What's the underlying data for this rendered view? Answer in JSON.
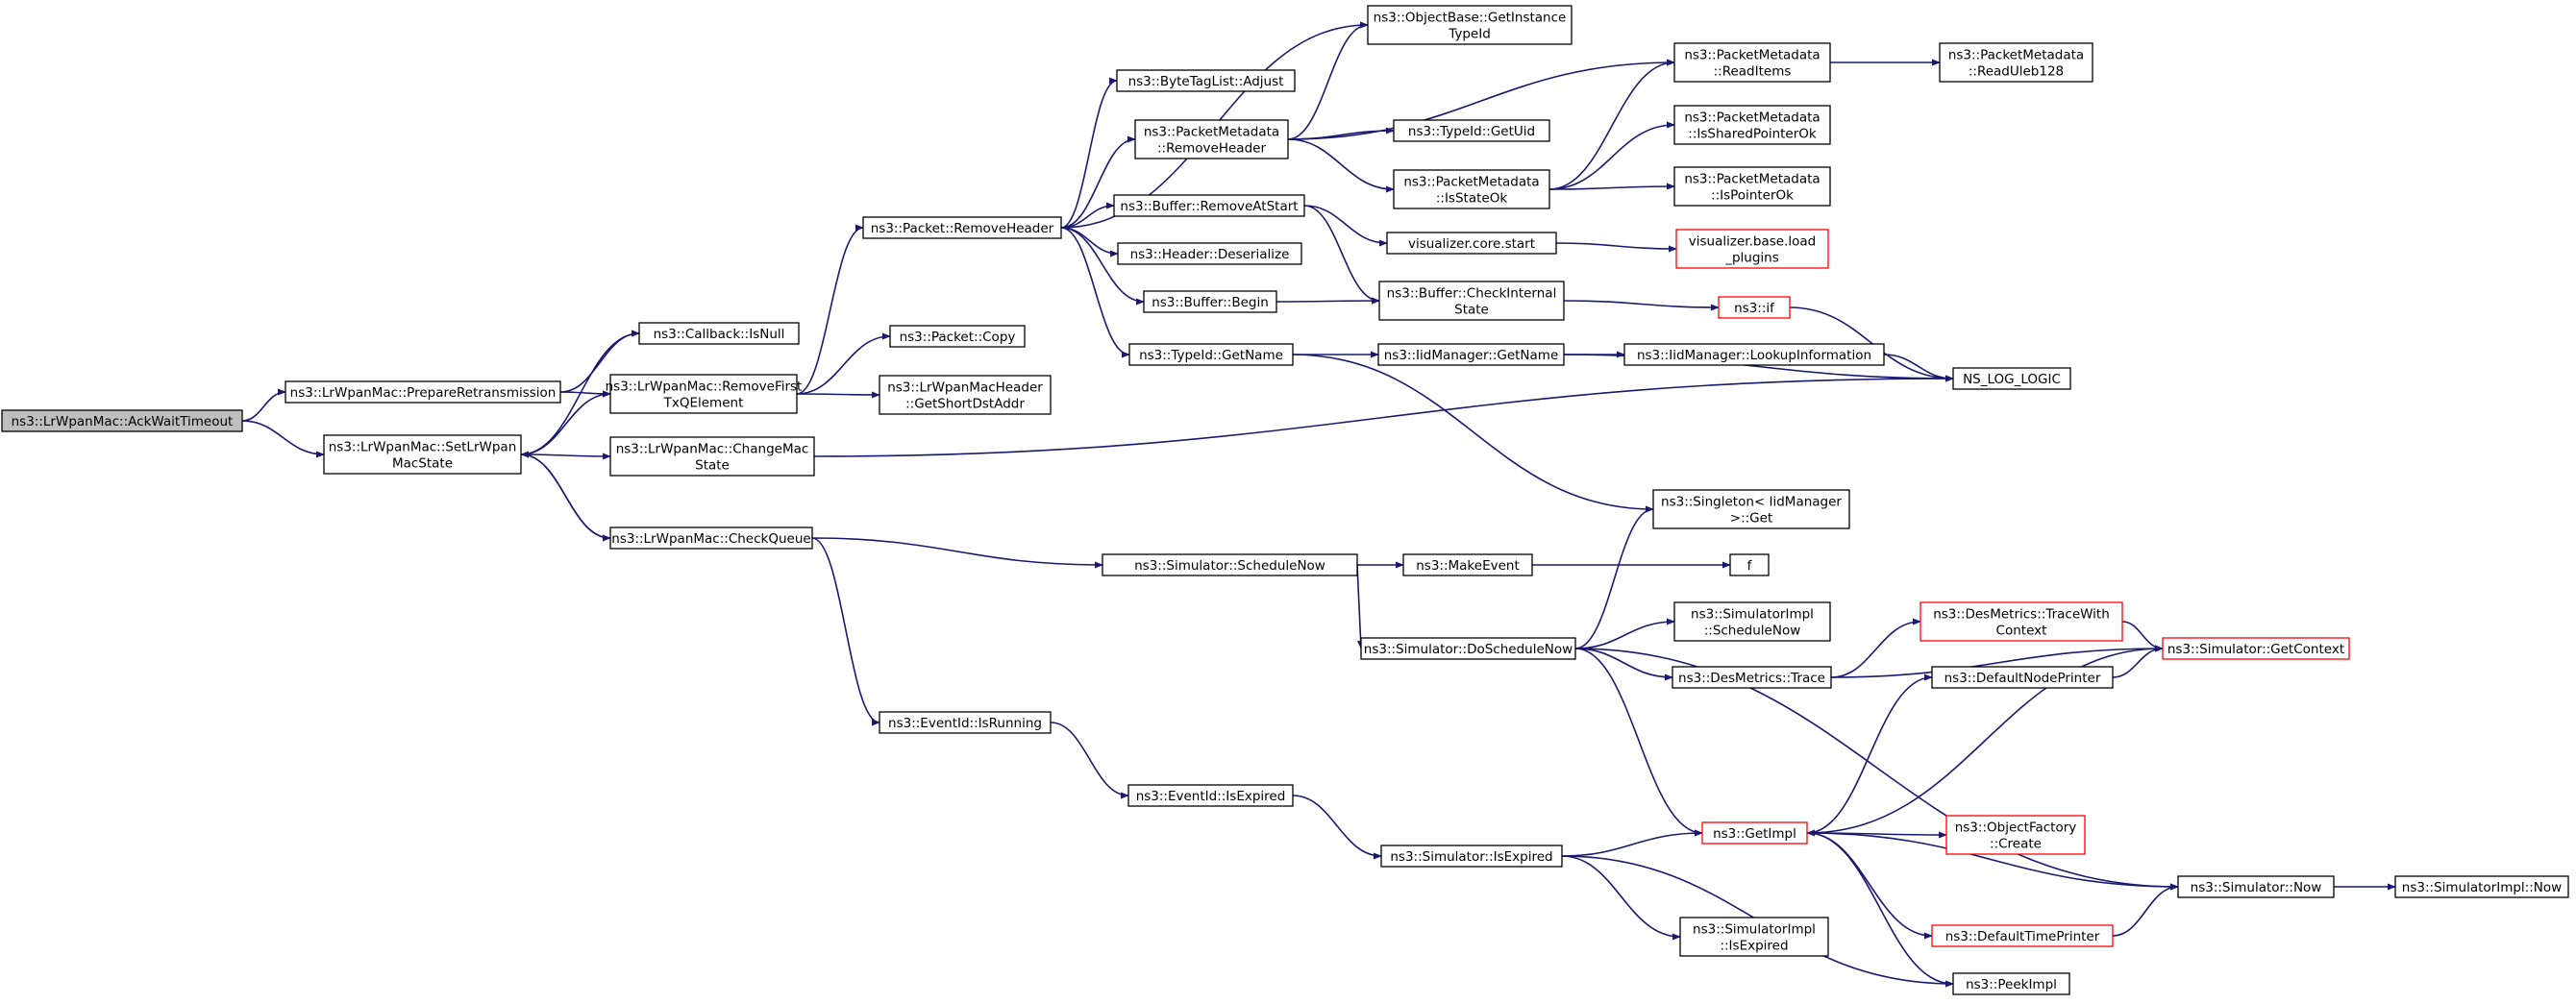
{
  "colors": {
    "edge": "#191970",
    "node_border": "#000000",
    "highlight_fill": "#bfbfbf",
    "truncated_border": "#ff0000"
  },
  "nodes": [
    {
      "id": "ackwait",
      "lines": [
        "ns3::LrWpanMac::AckWaitTimeout"
      ],
      "style": "current"
    },
    {
      "id": "prepare",
      "lines": [
        "ns3::LrWpanMac::PrepareRetransmission"
      ]
    },
    {
      "id": "setstate",
      "lines": [
        "ns3::LrWpanMac::SetLrWpan",
        "MacState"
      ]
    },
    {
      "id": "isnull",
      "lines": [
        "ns3::Callback::IsNull"
      ]
    },
    {
      "id": "removefirst",
      "lines": [
        "ns3::LrWpanMac::RemoveFirst",
        "TxQElement"
      ]
    },
    {
      "id": "changemac",
      "lines": [
        "ns3::LrWpanMac::ChangeMac",
        "State"
      ]
    },
    {
      "id": "checkqueue",
      "lines": [
        "ns3::LrWpanMac::CheckQueue"
      ]
    },
    {
      "id": "removeheader",
      "lines": [
        "ns3::Packet::RemoveHeader"
      ]
    },
    {
      "id": "pcopy",
      "lines": [
        "ns3::Packet::Copy"
      ]
    },
    {
      "id": "getshort",
      "lines": [
        "ns3::LrWpanMacHeader",
        "::GetShortDstAddr"
      ]
    },
    {
      "id": "schednow",
      "lines": [
        "ns3::Simulator::ScheduleNow"
      ]
    },
    {
      "id": "isrunning",
      "lines": [
        "ns3::EventId::IsRunning"
      ]
    },
    {
      "id": "objbase",
      "lines": [
        "ns3::ObjectBase::GetInstance",
        "TypeId"
      ]
    },
    {
      "id": "bytetag",
      "lines": [
        "ns3::ByteTagList::Adjust"
      ]
    },
    {
      "id": "pmremove",
      "lines": [
        "ns3::PacketMetadata",
        "::RemoveHeader"
      ]
    },
    {
      "id": "bufremove",
      "lines": [
        "ns3::Buffer::RemoveAtStart"
      ]
    },
    {
      "id": "hdrdeser",
      "lines": [
        "ns3::Header::Deserialize"
      ]
    },
    {
      "id": "bufbegin",
      "lines": [
        "ns3::Buffer::Begin"
      ]
    },
    {
      "id": "tidgetname",
      "lines": [
        "ns3::TypeId::GetName"
      ]
    },
    {
      "id": "makeevent",
      "lines": [
        "ns3::MakeEvent"
      ]
    },
    {
      "id": "dosched",
      "lines": [
        "ns3::Simulator::DoScheduleNow"
      ]
    },
    {
      "id": "isexpired",
      "lines": [
        "ns3::EventId::IsExpired"
      ]
    },
    {
      "id": "simisexp",
      "lines": [
        "ns3::Simulator::IsExpired"
      ]
    },
    {
      "id": "getuid",
      "lines": [
        "ns3::TypeId::GetUid"
      ]
    },
    {
      "id": "pmstate",
      "lines": [
        "ns3::PacketMetadata",
        "::IsStateOk"
      ]
    },
    {
      "id": "vstart",
      "lines": [
        "visualizer.core.start"
      ]
    },
    {
      "id": "bufcheck",
      "lines": [
        "ns3::Buffer::CheckInternal",
        "State"
      ]
    },
    {
      "id": "iidgetname",
      "lines": [
        "ns3::IidManager::GetName"
      ]
    },
    {
      "id": "pmread",
      "lines": [
        "ns3::PacketMetadata",
        "::ReadItems"
      ]
    },
    {
      "id": "pmshared",
      "lines": [
        "ns3::PacketMetadata",
        "::IsSharedPointerOk"
      ]
    },
    {
      "id": "pmptr",
      "lines": [
        "ns3::PacketMetadata",
        "::IsPointerOk"
      ]
    },
    {
      "id": "vload",
      "lines": [
        "visualizer.base.load",
        "_plugins"
      ],
      "style": "truncated"
    },
    {
      "id": "nsif",
      "lines": [
        "ns3::if"
      ],
      "style": "truncated"
    },
    {
      "id": "lookup",
      "lines": [
        "ns3::IidManager::LookupInformation"
      ]
    },
    {
      "id": "singleton",
      "lines": [
        "ns3::Singleton< IidManager",
        ">::Get"
      ]
    },
    {
      "id": "f",
      "lines": [
        "f"
      ]
    },
    {
      "id": "simimplsched",
      "lines": [
        "ns3::SimulatorImpl",
        "::ScheduleNow"
      ]
    },
    {
      "id": "dmtrace",
      "lines": [
        "ns3::DesMetrics::Trace"
      ]
    },
    {
      "id": "dmtracectx",
      "lines": [
        "ns3::DesMetrics::TraceWith",
        "Context"
      ],
      "style": "truncated"
    },
    {
      "id": "defnode",
      "lines": [
        "ns3::DefaultNodePrinter"
      ]
    },
    {
      "id": "getimpl",
      "lines": [
        "ns3::GetImpl"
      ],
      "style": "truncated"
    },
    {
      "id": "objfact",
      "lines": [
        "ns3::ObjectFactory",
        "::Create"
      ],
      "style": "truncated"
    },
    {
      "id": "deftime",
      "lines": [
        "ns3::DefaultTimePrinter"
      ],
      "style": "truncated"
    },
    {
      "id": "simimplexp",
      "lines": [
        "ns3::SimulatorImpl",
        "::IsExpired"
      ]
    },
    {
      "id": "peekimpl",
      "lines": [
        "ns3::PeekImpl"
      ]
    },
    {
      "id": "pmread128",
      "lines": [
        "ns3::PacketMetadata",
        "::ReadUleb128"
      ]
    },
    {
      "id": "nslog",
      "lines": [
        "NS_LOG_LOGIC"
      ]
    },
    {
      "id": "getctx",
      "lines": [
        "ns3::Simulator::GetContext"
      ],
      "style": "truncated"
    },
    {
      "id": "simnow",
      "lines": [
        "ns3::Simulator::Now"
      ]
    },
    {
      "id": "simimplnow",
      "lines": [
        "ns3::SimulatorImpl::Now"
      ]
    }
  ],
  "edges": [
    [
      "ackwait",
      "prepare"
    ],
    [
      "ackwait",
      "setstate"
    ],
    [
      "prepare",
      "isnull"
    ],
    [
      "prepare",
      "removefirst"
    ],
    [
      "setstate",
      "isnull"
    ],
    [
      "setstate",
      "removefirst"
    ],
    [
      "setstate",
      "changemac"
    ],
    [
      "setstate",
      "checkqueue"
    ],
    [
      "checkqueue",
      "setstate"
    ],
    [
      "checkqueue",
      "schednow"
    ],
    [
      "checkqueue",
      "isrunning"
    ],
    [
      "removefirst",
      "removeheader"
    ],
    [
      "removefirst",
      "pcopy"
    ],
    [
      "removefirst",
      "getshort"
    ],
    [
      "changemac",
      "nslog"
    ],
    [
      "removeheader",
      "objbase"
    ],
    [
      "removeheader",
      "bytetag"
    ],
    [
      "removeheader",
      "pmremove"
    ],
    [
      "removeheader",
      "bufremove"
    ],
    [
      "removeheader",
      "hdrdeser"
    ],
    [
      "removeheader",
      "bufbegin"
    ],
    [
      "removeheader",
      "tidgetname"
    ],
    [
      "pmremove",
      "objbase"
    ],
    [
      "pmremove",
      "pmread"
    ],
    [
      "pmremove",
      "getuid"
    ],
    [
      "pmremove",
      "pmstate"
    ],
    [
      "pmstate",
      "pmread"
    ],
    [
      "pmstate",
      "pmshared"
    ],
    [
      "pmstate",
      "pmptr"
    ],
    [
      "pmread",
      "pmread128"
    ],
    [
      "bufremove",
      "vstart"
    ],
    [
      "bufremove",
      "bufcheck"
    ],
    [
      "bufbegin",
      "bufcheck"
    ],
    [
      "vstart",
      "vload"
    ],
    [
      "bufcheck",
      "nsif"
    ],
    [
      "nsif",
      "nslog"
    ],
    [
      "tidgetname",
      "iidgetname"
    ],
    [
      "tidgetname",
      "singleton"
    ],
    [
      "iidgetname",
      "lookup"
    ],
    [
      "iidgetname",
      "nslog"
    ],
    [
      "lookup",
      "nslog"
    ],
    [
      "schednow",
      "makeevent"
    ],
    [
      "schednow",
      "dosched"
    ],
    [
      "makeevent",
      "f"
    ],
    [
      "dosched",
      "singleton"
    ],
    [
      "dosched",
      "simimplsched"
    ],
    [
      "dosched",
      "dmtrace"
    ],
    [
      "dosched",
      "getimpl"
    ],
    [
      "dosched",
      "simnow"
    ],
    [
      "dmtrace",
      "dmtracectx"
    ],
    [
      "dmtrace",
      "getctx"
    ],
    [
      "dmtracectx",
      "getctx"
    ],
    [
      "isrunning",
      "isexpired"
    ],
    [
      "isexpired",
      "simisexp"
    ],
    [
      "simisexp",
      "getimpl"
    ],
    [
      "simisexp",
      "simimplexp"
    ],
    [
      "simisexp",
      "peekimpl"
    ],
    [
      "getimpl",
      "defnode"
    ],
    [
      "getimpl",
      "getctx"
    ],
    [
      "getimpl",
      "objfact"
    ],
    [
      "getimpl",
      "deftime"
    ],
    [
      "getimpl",
      "peekimpl"
    ],
    [
      "defnode",
      "getctx"
    ],
    [
      "deftime",
      "simnow"
    ],
    [
      "simnow",
      "getimpl"
    ],
    [
      "simnow",
      "simimplnow"
    ]
  ]
}
